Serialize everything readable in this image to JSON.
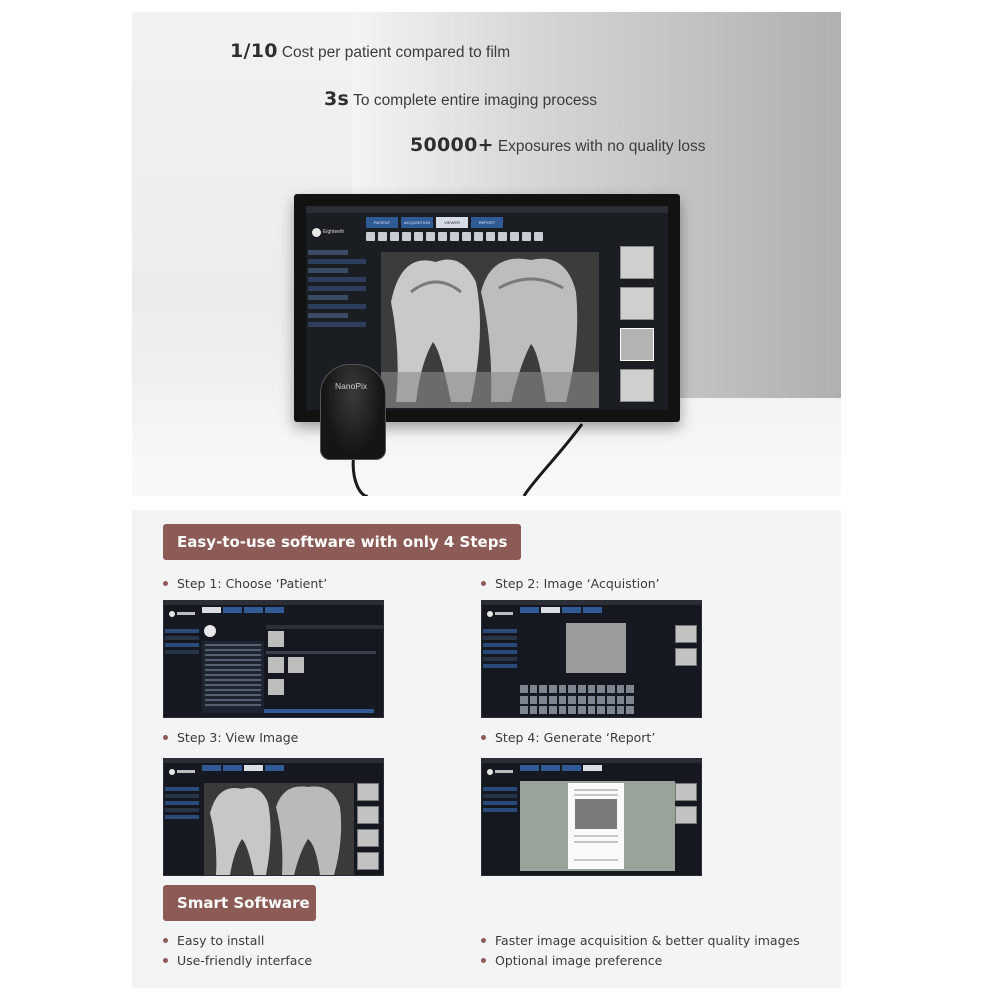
{
  "hero": {
    "stats": [
      {
        "value": "1/10",
        "text": "Cost per patient compared to film"
      },
      {
        "value": "3s",
        "text": "To complete entire imaging process"
      },
      {
        "value": "50000+",
        "text": "Exposures with no quality loss"
      }
    ],
    "software_tabs": [
      "PATIENT",
      "ACQUISITION",
      "VIEWER",
      "REPORT"
    ],
    "brand": "Eighteeth",
    "sensor_label": "NanoPix"
  },
  "steps_section": {
    "title": "Easy-to-use software with only 4 Steps",
    "steps": [
      {
        "label": "Step 1: Choose ‘Patient’"
      },
      {
        "label": "Step 2: Image ‘Acquistion’"
      },
      {
        "label": "Step 3: View Image"
      },
      {
        "label": "Step 4: Generate ‘Report’"
      }
    ]
  },
  "smart_section": {
    "title": "Smart Software",
    "features": [
      "Easy to install",
      "Faster image acquisition & better quality images",
      "Use-friendly interface",
      "Optional image preference"
    ]
  },
  "colors": {
    "banner": "#8d5b56",
    "tab_blue": "#2f5a93",
    "panel_bg": "#f3f4f6"
  }
}
